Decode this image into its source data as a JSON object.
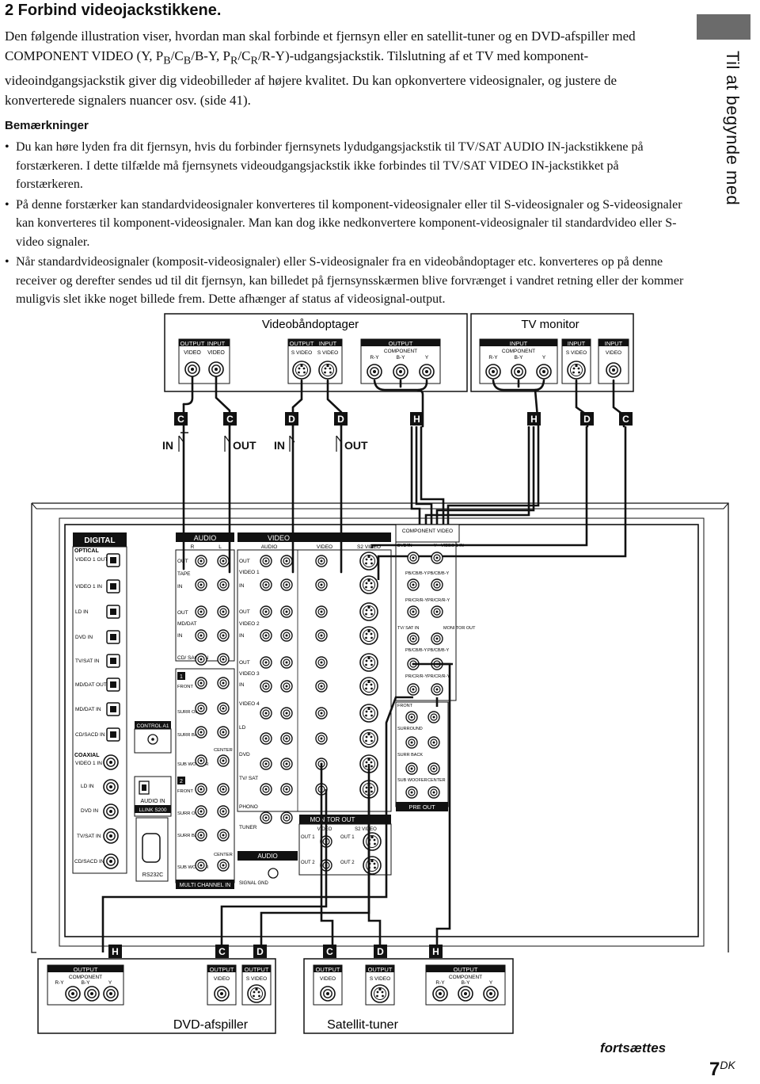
{
  "sidebar": {
    "label": "Til at begynde med"
  },
  "section": {
    "title": "2 Forbind videojackstikkene.",
    "intro_a": "Den følgende illustration viser, hvordan man skal forbinde et fjernsyn eller en satellit-tuner og en DVD-afspiller med COMPONENT VIDEO (Y, P",
    "intro_b": "/B-Y, P",
    "intro_c": "/R-Y)-udgangsjackstik. Tilslutning af et TV med komponent-videoindgangsjackstik giver dig videobilleder af højere kvalitet. Du kan opkonvertere videosignaler, og justere de konverterede signalers nuancer osv. (side 41).",
    "sub_b": "B",
    "sub_r": "R",
    "slash_c": "/C"
  },
  "notes": {
    "title": "Bemærkninger",
    "items": [
      "Du kan høre lyden fra dit fjernsyn, hvis du forbinder fjernsynets lydudgangsjackstik til TV/SAT AUDIO IN-jackstikkene på forstærkeren. I dette tilfælde må fjernsynets videoudgangsjackstik ikke forbindes til TV/SAT VIDEO IN-jackstikket på forstærkeren.",
      "På denne forstærker kan standardvideosignaler konverteres til komponent-videosignaler eller til S-videosignaler og S-videosignaler kan konverteres til komponent-videosignaler. Man kan dog ikke nedkonvertere komponent-videosignaler til standardvideo eller S-video signaler.",
      "Når standardvideosignaler (komposit-videosignaler) eller S-videosignaler fra en videobåndoptager etc. konverteres op på denne receiver og derefter sendes ud til dit fjernsyn, kan billedet på fjernsynsskærmen blive forvrænget i vandret retning eller der kommer muligvis slet ikke noget billede frem. Dette afhænger af status af videosignal-output."
    ]
  },
  "diagram": {
    "vcr": {
      "label": "Videobåndoptager",
      "output": "OUTPUT",
      "input": "INPUT",
      "video": "VIDEO",
      "svideo": "S VIDEO",
      "component": "COMPONENT",
      "ry": "R-Y",
      "by": "B-Y",
      "y": "Y"
    },
    "tv": {
      "label": "TV monitor",
      "input": "INPUT",
      "component": "COMPONENT",
      "ry": "R-Y",
      "by": "B-Y",
      "y": "Y",
      "svideo": "S VIDEO",
      "video": "VIDEO"
    },
    "cable_tags_top": [
      "C",
      "C",
      "D",
      "D",
      "H",
      "H",
      "D",
      "C"
    ],
    "direction": {
      "in1": "IN",
      "out1": "OUT",
      "in2": "IN",
      "out2": "OUT"
    },
    "receiver": {
      "digital": "DIGITAL",
      "optical": "OPTICAL",
      "digital_left": [
        "VIDEO 1 OUT",
        "VIDEO 1 IN",
        "LD IN",
        "DVD IN",
        "TV/SAT IN",
        "MD/DAT OUT",
        "MD/DAT IN",
        "CD/SACD IN"
      ],
      "coaxial": "COAXIAL",
      "coaxial_left": [
        "VIDEO 1 IN",
        "LD IN",
        "DVD IN",
        "TV/SAT IN",
        "CD/SACD IN"
      ],
      "control": "CONTROL A1",
      "audio_in": "AUDIO IN",
      "llink": "LLINK S200",
      "rs232c": "RS232C",
      "audio": "AUDIO",
      "audio_r": "R",
      "audio_l": "L",
      "audio_left": [
        "OUT",
        "TAPE",
        "IN",
        "OUT",
        "MD/DAT",
        "IN",
        "CD/ SACD IN"
      ],
      "mc_labels": [
        "1",
        "FRONT",
        "SURR OUND",
        "SURR BACK",
        "CENTER",
        "SUB WOOFER",
        "2",
        "FRONT",
        "SURR OUND",
        "SURR BACK",
        "CENTER",
        "SUB WOOFER"
      ],
      "multichannel": "MULTI CHANNEL IN",
      "video": "VIDEO",
      "video_audio": "AUDIO",
      "video_rows": [
        "VIDEO 1",
        "VIDEO 2",
        "VIDEO 3",
        "VIDEO 4",
        "LD",
        "DVD",
        "TV/ SAT",
        "PHONO",
        "TUNER"
      ],
      "out": "OUT",
      "in": "IN",
      "s2video": "S2 VIDEO",
      "video_col": "VIDEO",
      "signal_gnd": "SIGNAL GND",
      "audio_bottom": "AUDIO",
      "monitor_out": "MONITOR OUT",
      "out1": "OUT 1",
      "out2": "OUT 2",
      "component_video": "COMPONENT VIDEO",
      "comp_rows": [
        "DVD IN",
        "VIDEO 1 IN",
        "TV/ SAT IN",
        "MONI TOR OUT"
      ],
      "pb": "PB/CB/B-Y",
      "pr": "PR/CR/R-Y",
      "y": "Y",
      "front": "FRONT",
      "surround": "SURROUND",
      "surr_back": "SURR BACK",
      "subwoofer": "SUB WOOFER",
      "center": "CENTER",
      "preout": "PRE OUT"
    },
    "cable_tags_bottom": [
      "H",
      "C",
      "D",
      "C",
      "D",
      "H"
    ],
    "dvd": {
      "label": "DVD-afspiller",
      "output": "OUTPUT",
      "component": "COMPONENT",
      "ry": "R-Y",
      "by": "B-Y",
      "y": "Y",
      "video": "VIDEO",
      "svideo": "S VIDEO"
    },
    "sat": {
      "label": "Satellit-tuner",
      "output": "OUTPUT",
      "video": "VIDEO",
      "svideo": "S VIDEO",
      "component": "COMPONENT",
      "ry": "R-Y",
      "by": "B-Y",
      "y": "Y"
    }
  },
  "footer": {
    "continues": "fortsættes",
    "page": "7",
    "page_suffix": "DK"
  }
}
